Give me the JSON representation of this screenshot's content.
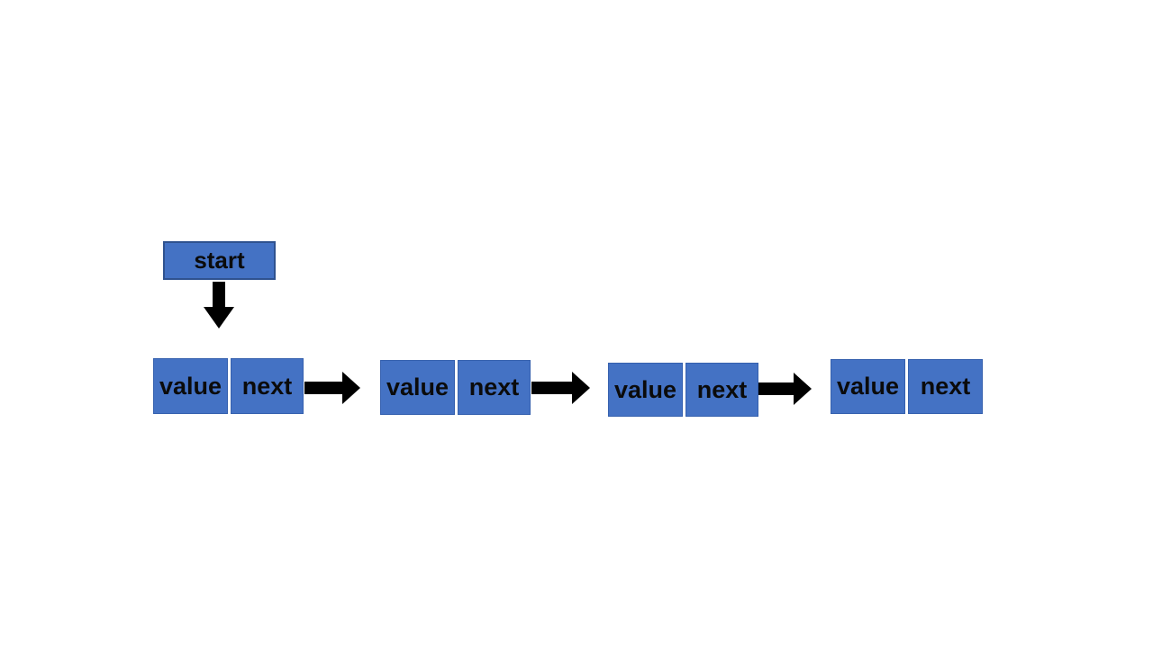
{
  "diagram": {
    "description": "Singly linked list diagram with a start pointer and four nodes connected by arrows",
    "start_label": "start",
    "nodes": [
      {
        "value_label": "value",
        "next_label": "next"
      },
      {
        "value_label": "value",
        "next_label": "next"
      },
      {
        "value_label": "value",
        "next_label": "next"
      },
      {
        "value_label": "value",
        "next_label": "next"
      }
    ],
    "colors": {
      "background": "#FFFFFF",
      "box_fill": "#4472C4",
      "box_border": "#2F528F",
      "cell_border": "#3560AE",
      "arrow": "#000000",
      "text": "#0B0B0B"
    }
  }
}
